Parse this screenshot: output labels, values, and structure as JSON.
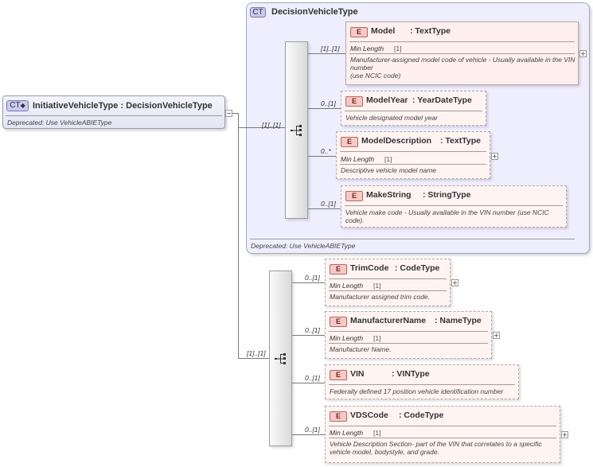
{
  "root": {
    "badge": "CT",
    "title": "InitiativeVehicleType : DecisionVehicleType",
    "doc": "Deprecated: Use VehicleABIEType"
  },
  "base_type": {
    "badge": "CT",
    "title": "DecisionVehicleType",
    "doc": "Deprecated: Use VehicleABIEType",
    "sequence_cardinality": "[1]..[1]",
    "elements": [
      {
        "badge": "E",
        "name": "Model",
        "type": ": TextType",
        "cardinality": "[1]..[1]",
        "facet_label": "Min Length",
        "facet_value": "[1]",
        "doc": "Manufacturer-assigned model code of vehicle - Usually available in the VIN number\n(use NCIC code)"
      },
      {
        "badge": "E",
        "name": "ModelYear",
        "type": ": YearDateType",
        "cardinality": "0..[1]",
        "doc": "Vehicle designated model year"
      },
      {
        "badge": "E",
        "name": "ModelDescription",
        "type": ": TextType",
        "cardinality": "0..*",
        "facet_label": "Min Length",
        "facet_value": "[1]",
        "doc": "Descriptive vehicle model name"
      },
      {
        "badge": "E",
        "name": "MakeString",
        "type": ": StringType",
        "cardinality": "0..[1]",
        "doc": "Vehicle make code - Usually available in the VIN number (use NCIC code)."
      }
    ]
  },
  "extension": {
    "sequence_cardinality": "[1]..[1]",
    "elements": [
      {
        "badge": "E",
        "name": "TrimCode",
        "type": ": CodeType",
        "cardinality": "0..[1]",
        "facet_label": "Min Length",
        "facet_value": "[1]",
        "doc": "Manufacturer assigned trim code."
      },
      {
        "badge": "E",
        "name": "ManufacturerName",
        "type": ": NameType",
        "cardinality": "0..[1]",
        "facet_label": "Min Length",
        "facet_value": "[1]",
        "doc": "Manufacturer Name."
      },
      {
        "badge": "E",
        "name": "VIN",
        "type": ": VINType",
        "cardinality": "0..[1]",
        "doc": "Federally defined 17 position vehicle identification number"
      },
      {
        "badge": "E",
        "name": "VDSCode",
        "type": ": CodeType",
        "cardinality": "0..[1]",
        "facet_label": "Min Length",
        "facet_value": "[1]",
        "doc": "Vehicle Description Section- part of the VIN that correlates to a specific vehicle model, bodystyle, and grade."
      }
    ]
  },
  "colors": {
    "container_bg": "#eeeeff",
    "element_bg": "#fff0ee",
    "element_badge": "#f8c8c4",
    "ct_badge": "#c9c9f2"
  }
}
